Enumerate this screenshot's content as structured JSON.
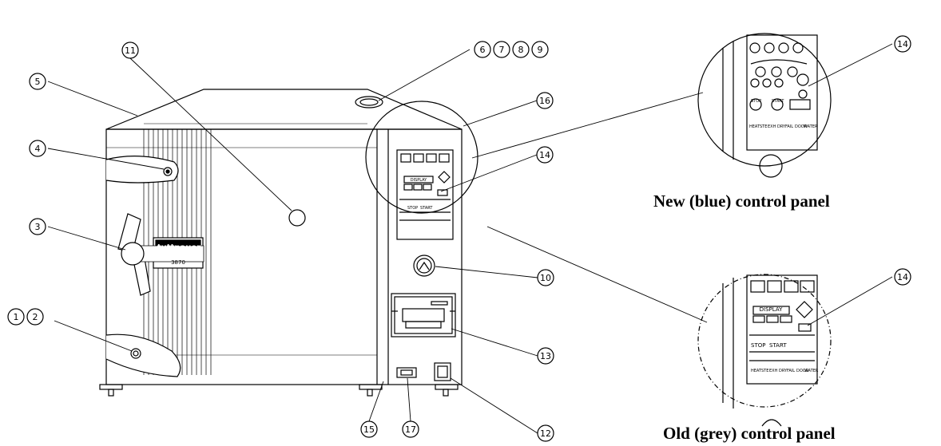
{
  "brand": {
    "logo_text": "tuttnauer",
    "model": "3870"
  },
  "control_panel": {
    "display_label": "DISPLAY",
    "stop_label": "STOP",
    "start_label": "START",
    "indicator_labels": [
      "HEAT",
      "STE",
      "EXH",
      "DRY",
      "FAIL",
      "DOOR",
      "WATER"
    ]
  },
  "captions": {
    "new_panel": "New (blue) control panel",
    "old_panel": "Old (grey) control panel"
  },
  "callouts": {
    "c1": "1",
    "c2": "2",
    "c3": "3",
    "c4": "4",
    "c5": "5",
    "c6": "6",
    "c7": "7",
    "c8": "8",
    "c9": "9",
    "c10": "10",
    "c11": "11",
    "c12": "12",
    "c13": "13",
    "c14_new": "14",
    "c14_main": "14",
    "c14_old": "14",
    "c15": "15",
    "c16": "16",
    "c17": "17"
  }
}
